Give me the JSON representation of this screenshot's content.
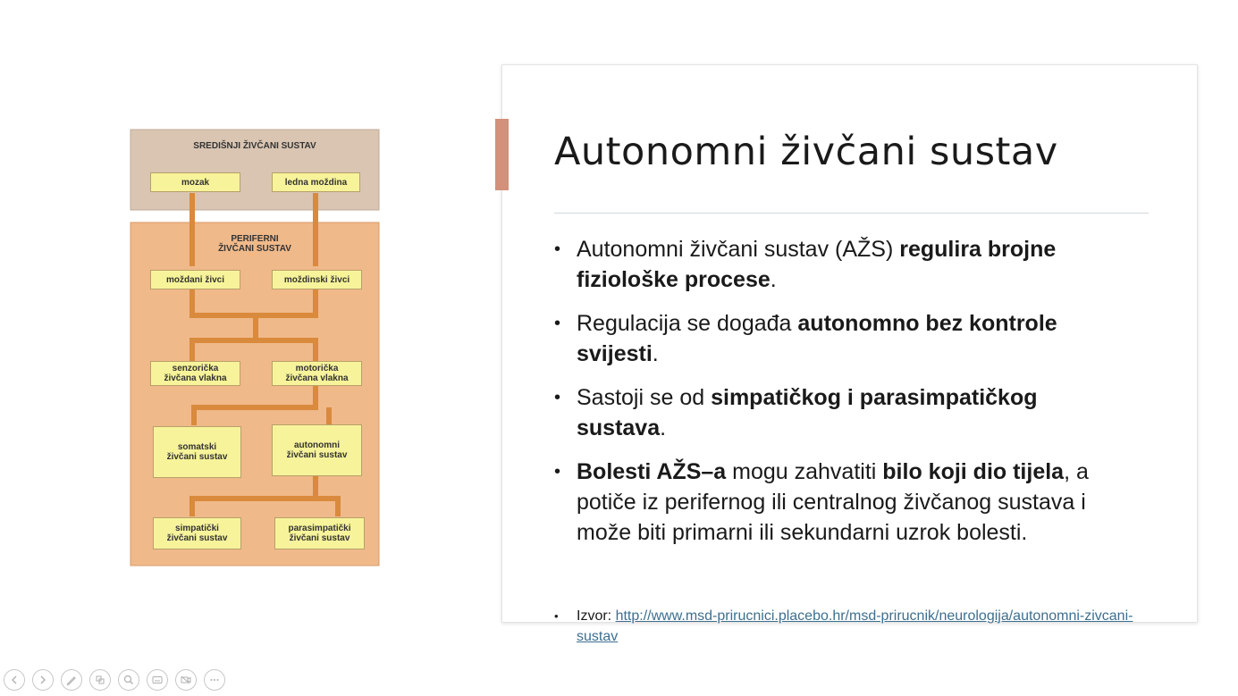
{
  "slide": {
    "title": "Autonomni živčani sustav",
    "bullets": [
      {
        "parts": [
          {
            "t": "Autonomni živčani sustav (AŽS) ",
            "b": false
          },
          {
            "t": "regulira brojne fiziološke procese",
            "b": true
          },
          {
            "t": ".",
            "b": false
          }
        ]
      },
      {
        "parts": [
          {
            "t": "Regulacija se događa ",
            "b": false
          },
          {
            "t": "autonomno bez kontrole svijesti",
            "b": true
          },
          {
            "t": ".",
            "b": false
          }
        ]
      },
      {
        "parts": [
          {
            "t": "Sastoji se od ",
            "b": false
          },
          {
            "t": "simpatičkog i parasimpatičkog sustava",
            "b": true
          },
          {
            "t": ".",
            "b": false
          }
        ]
      },
      {
        "parts": [
          {
            "t": "Bolesti AŽS–a",
            "b": true
          },
          {
            "t": " mogu zahvatiti ",
            "b": false
          },
          {
            "t": "bilo koji dio tijela",
            "b": true
          },
          {
            "t": ", a potiče iz perifernog ili centralnog živčanog sustava i može biti primarni ili sekundarni uzrok bolesti.",
            "b": false
          }
        ]
      }
    ],
    "source_label": "Izvor: ",
    "source_link": "http://www.msd-prirucnici.placebo.hr/msd-prirucnik/neurologija/autonomni-zivcani-sustav",
    "accent_color": "#d3907a"
  },
  "diagram": {
    "header": "SREDIŠNJI ŽIVČANI SUSTAV",
    "periferni": "PERIFERNI\nŽIVČANI SUSTAV",
    "boxes": {
      "mozak": "mozak",
      "ledna": "ledna moždina",
      "mozdani": "moždani živci",
      "mozdinski": "moždinski živci",
      "senzoricka": "senzorička\nživčana vlakna",
      "motoricka": "motorička\nživčana vlakna",
      "somatski": "somatski\nživčani sustav",
      "autonomni": "autonomni\nživčani sustav",
      "simpaticki": "simpatički\nživčani sustav",
      "parasimpaticki": "parasimpatički\nživčani sustav"
    },
    "colors": {
      "central_bg": "#d9c5b2",
      "peripheral_bg": "#f0b98a",
      "box_fill": "#f7f39a",
      "connector": "#d98a3c"
    }
  },
  "toolbar": {
    "buttons": [
      {
        "name": "previous-slide-button",
        "icon": "arrow-left-icon"
      },
      {
        "name": "next-slide-button",
        "icon": "arrow-right-icon"
      },
      {
        "name": "pen-tool-button",
        "icon": "pen-icon"
      },
      {
        "name": "see-all-slides-button",
        "icon": "slides-icon"
      },
      {
        "name": "zoom-button",
        "icon": "magnifier-icon"
      },
      {
        "name": "subtitles-button",
        "icon": "subtitles-icon"
      },
      {
        "name": "camera-button",
        "icon": "camera-off-icon"
      },
      {
        "name": "more-options-button",
        "icon": "more-icon"
      }
    ]
  }
}
